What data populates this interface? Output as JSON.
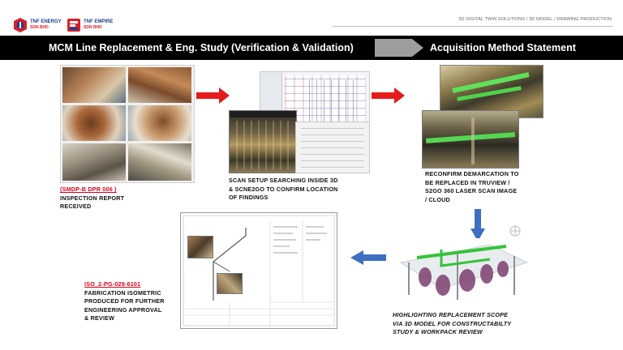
{
  "header": {
    "logo1_line1": "TNF ENERGY",
    "logo1_line2": "SDN BHD",
    "logo2_line1": "TNF EMPIRE",
    "logo2_line2": "SDN BHD",
    "tagline": "3D DIGITAL TWIN SOLUTIONS / 3D MODEL / DRAWING PRODUCTION"
  },
  "title_band": {
    "title": "MCM Line Replacement & Eng. Study (Verification & Validation)",
    "subtitle": "Acquisition Method Statement"
  },
  "steps": {
    "step1": {
      "ref": "(SMDP-B DPR 006 )",
      "text_lines": [
        "INSPECTION REPORT",
        "RECEIVED"
      ]
    },
    "step2": {
      "text_lines": [
        "SCAN SETUP SEARCHING INSIDE 3D",
        "& SCNE2GO TO CONFIRM LOCATION",
        "OF FINDINGS"
      ]
    },
    "step3": {
      "text_lines": [
        "RECONFIRM DEMARCATION TO",
        "BE REPLACED IN TRUVIEW /",
        "S2GO 360 LASER SCAN IMAGE",
        "/ CLOUD"
      ]
    },
    "step4": {
      "text_lines": [
        "HIGHLIGHTING REPLACEMENT SCOPE",
        "VIA 3D MODEL FOR CONSTRUCTABILTY",
        "STUDY & WORKPACK REVIEW"
      ]
    },
    "step5": {
      "ref": "ISO_2-PG-029-6101",
      "text_lines": [
        "FABRICATION ISOMETRIC",
        "PRODUCED FOR FURTHER",
        "ENGINEERING APPROVAL",
        "& REVIEW"
      ]
    }
  },
  "colors": {
    "band_bg": "#000000",
    "arrow_gray": "#9e9e9e",
    "arrow_red": "#e41b1b",
    "arrow_blue": "#3f6fc1",
    "ref_red": "#d6001c"
  }
}
